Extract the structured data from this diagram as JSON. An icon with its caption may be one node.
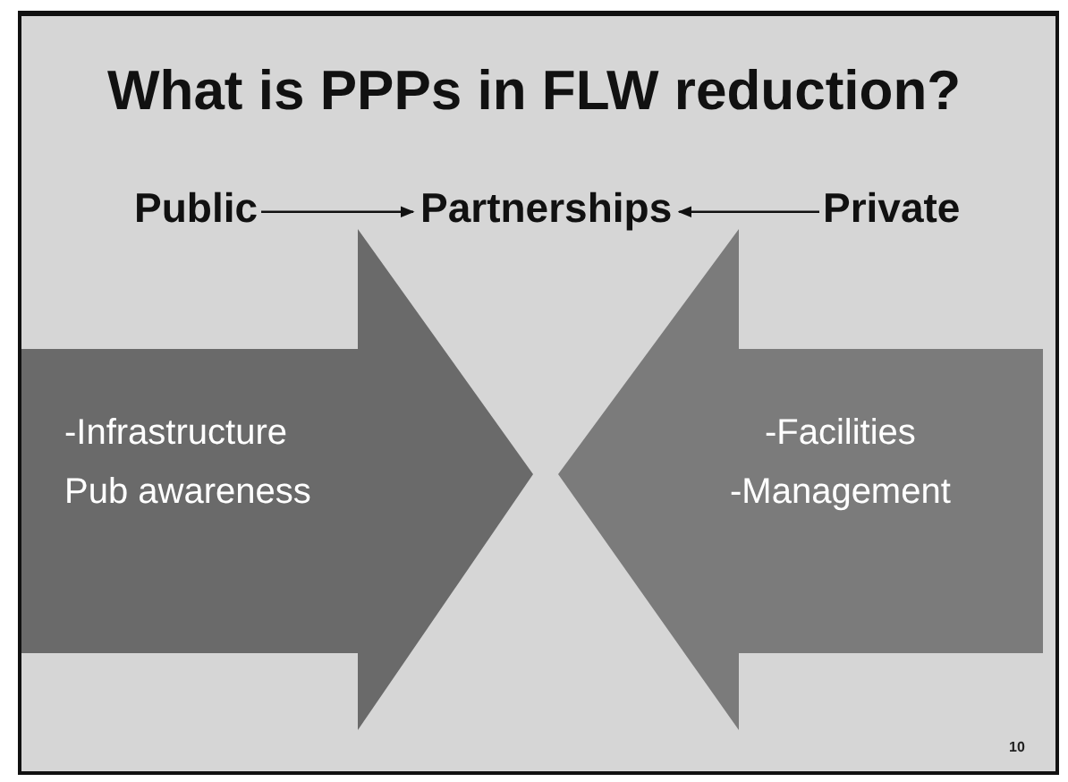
{
  "diagram": {
    "title": "What is PPPs in FLW reduction?",
    "nodes": [
      {
        "text": [
          "Public"
        ]
      },
      {
        "text": [
          "Partnerships"
        ]
      },
      {
        "text": [
          "Private"
        ]
      },
      {
        "text": [
          "-Infrastructure",
          "Pub awareness"
        ]
      },
      {
        "text": [
          "-Facilities",
          "-Management"
        ]
      }
    ],
    "edges": [
      {
        "from": 0,
        "to": 1,
        "arrow": "to"
      },
      {
        "from": 2,
        "to": 1,
        "arrow": "to"
      }
    ],
    "labels": [
      "10"
    ]
  }
}
